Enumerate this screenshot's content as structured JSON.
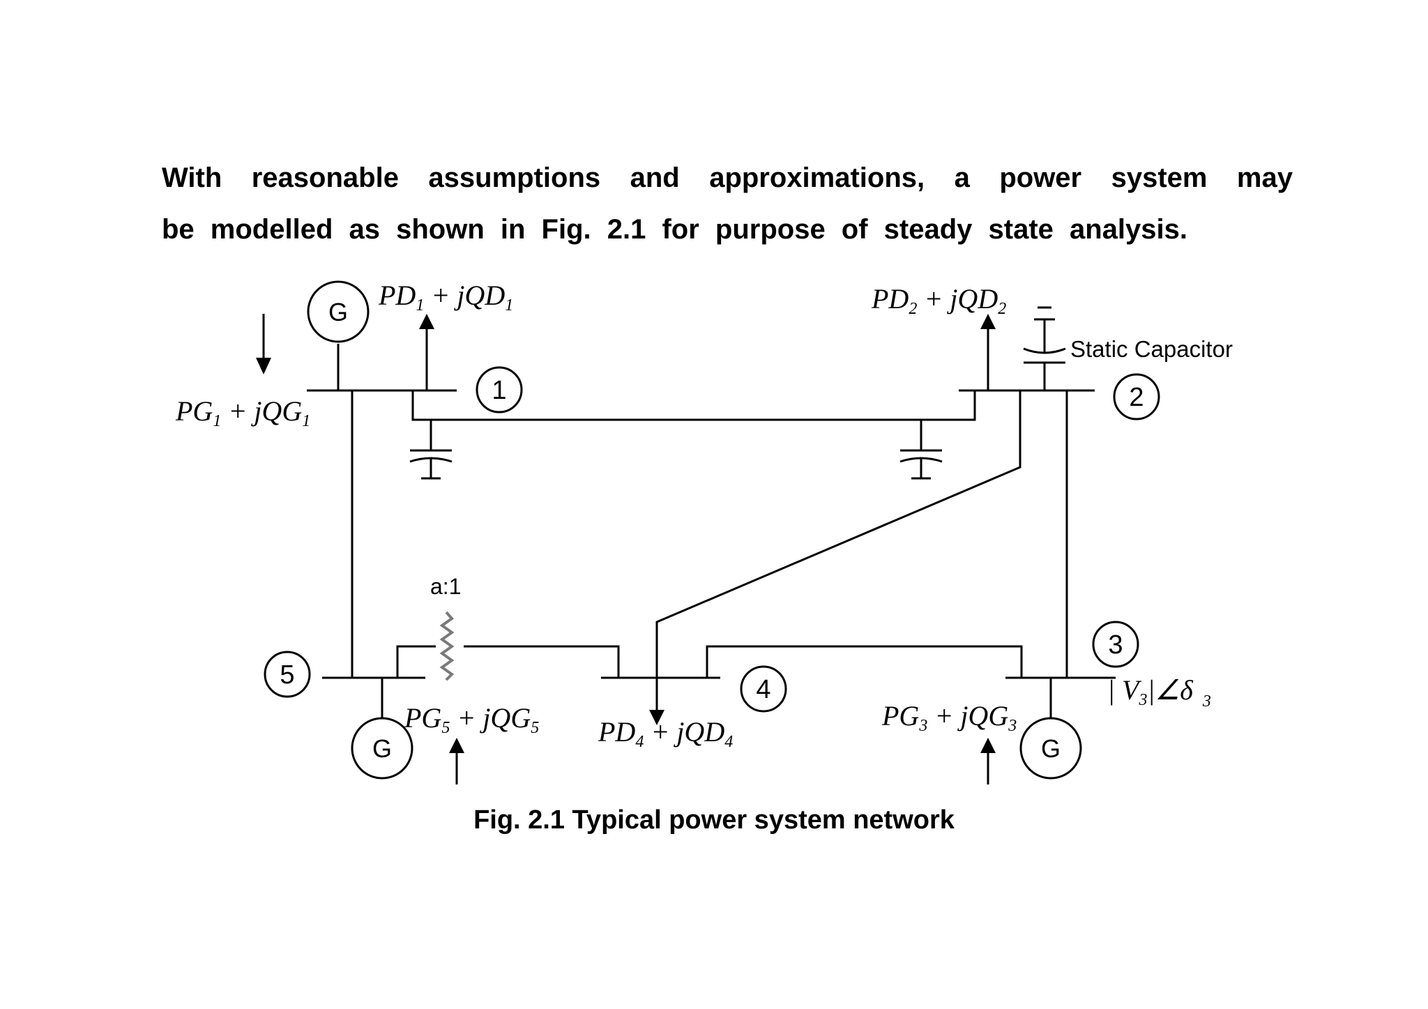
{
  "text": {
    "intro_line1": "With reasonable assumptions and approximations, a power system may",
    "intro_line2": "be modelled as shown in Fig. 2.1 for purpose of steady state analysis.",
    "caption": "Fig. 2.1 Typical power system network"
  },
  "buses": {
    "b1": "1",
    "b2": "2",
    "b3": "3",
    "b4": "4",
    "b5": "5"
  },
  "generator_symbol": "G",
  "labels": {
    "pd1": {
      "base_p": "PD",
      "sub1": "1",
      "mid": " + jQD",
      "sub2": "1"
    },
    "pd2": {
      "base_p": "PD",
      "sub1": "2",
      "mid": " + jQD",
      "sub2": "2"
    },
    "pd4": {
      "base_p": "PD",
      "sub1": "4",
      "mid": " + jQD",
      "sub2": "4"
    },
    "pg1": {
      "base_p": "PG",
      "sub1": "1",
      "mid": " + jQG",
      "sub2": "1"
    },
    "pg3": {
      "base_p": "PG",
      "sub1": "3",
      "mid": " + jQG",
      "sub2": "3"
    },
    "pg5": {
      "base_p": "PG",
      "sub1": "5",
      "mid": " + jQG",
      "sub2": "5"
    },
    "v3": {
      "bar_left": "| V",
      "sub": "3",
      "rest": "|∠δ",
      "sub2": "3"
    },
    "static_capacitor": "Static Capacitor",
    "transformer_ratio": "a:1"
  },
  "colors": {
    "line": "#000000",
    "transformer": "#7a7a7a"
  }
}
